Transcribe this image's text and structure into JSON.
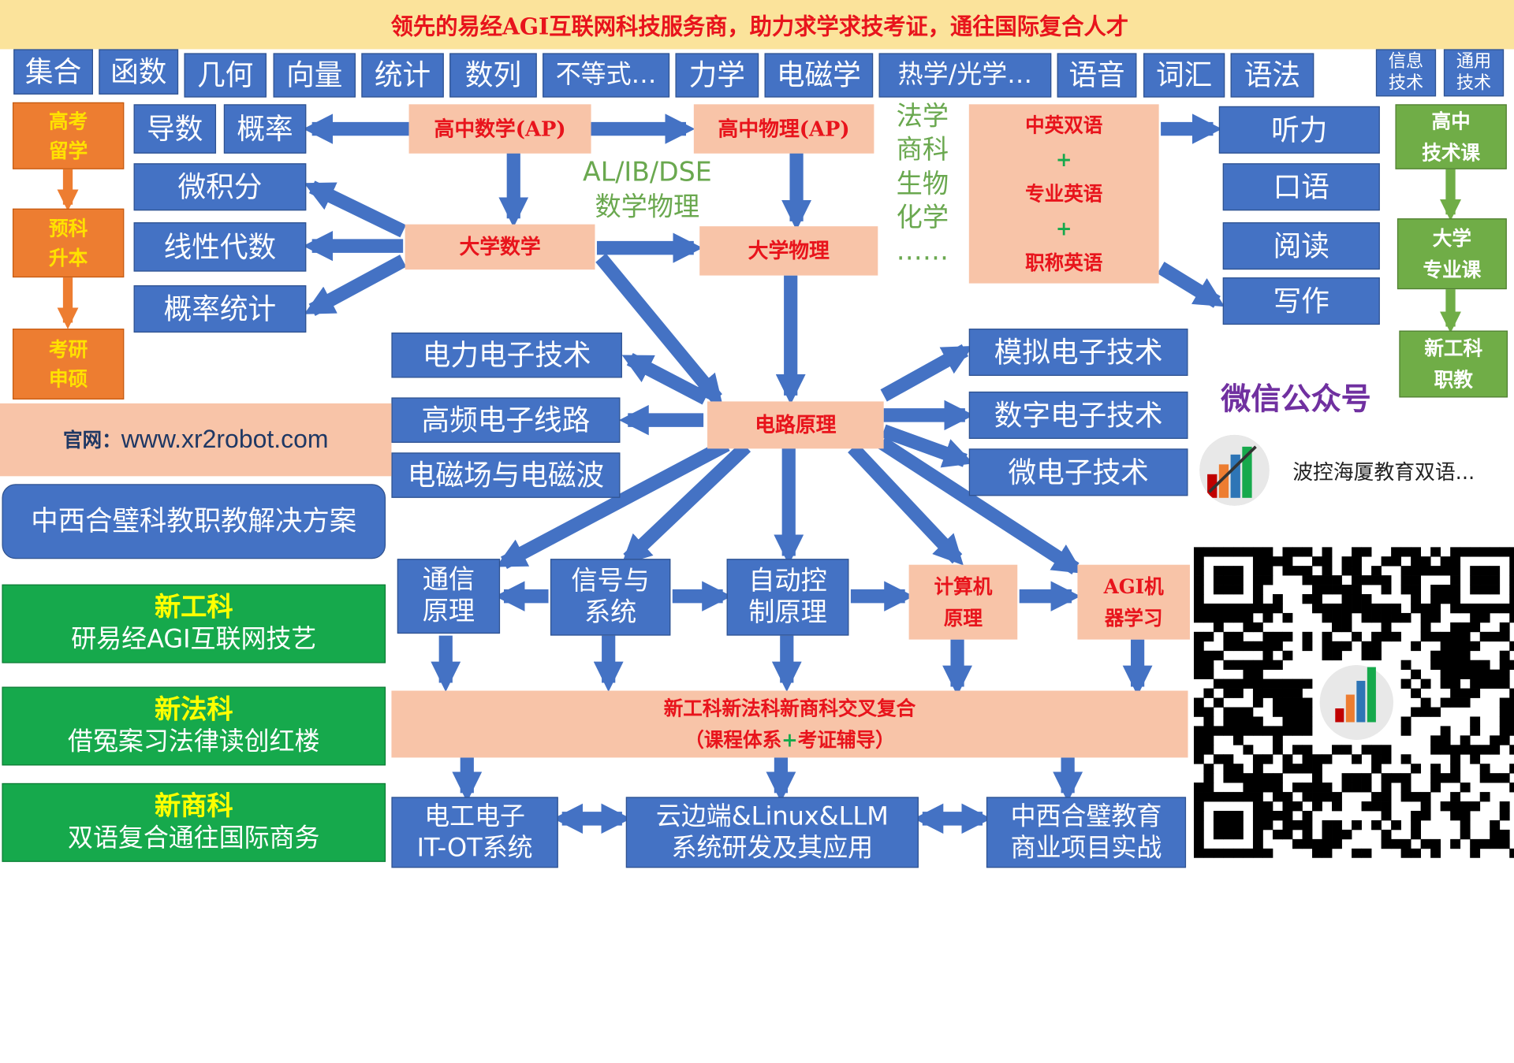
{
  "banner": "领先的易经AGI互联网科技服务商，助力求学求技考证，通往国际复合人才",
  "top_row": [
    "集合",
    "函数",
    "几何",
    "向量",
    "统计",
    "数列",
    "不等式…",
    "力学",
    "电磁学",
    "热学/光学…",
    "语音",
    "词汇",
    "语法"
  ],
  "top_right": [
    "信息\n技术",
    "通用\n技术"
  ],
  "orange_path": [
    "高考\n留学",
    "预科\n升本",
    "考研\n申硕"
  ],
  "math_topics": [
    "导数",
    "概率",
    "微积分",
    "线性代数",
    "概率统计"
  ],
  "hs_math": "高中数学(AP)",
  "hs_physics": "高中物理(AP)",
  "al_ib": "AL/IB/DSE\n数学物理",
  "subjects": "法学\n商科\n生物\n化学\n……",
  "english": {
    "line1": "中英双语",
    "plus": "+",
    "line2": "专业英语",
    "line3": "职称英语"
  },
  "skills": [
    "听力",
    "口语",
    "阅读",
    "写作"
  ],
  "green_path": [
    "高中\n技术课",
    "大学\n专业课",
    "新工科\n职教"
  ],
  "uni_math": "大学数学",
  "uni_physics": "大学物理",
  "circuit": "电路原理",
  "left_elec": [
    "电力电子技术",
    "高频电子线路",
    "电磁场与电磁波"
  ],
  "right_elec": [
    "模拟电子技术",
    "数字电子技术",
    "微电子技术"
  ],
  "website": {
    "label": "官网：",
    "url": "www.xr2robot.com"
  },
  "solution": "中西合璧科教职教解决方案",
  "wechat": {
    "title": "微信公众号",
    "account": "波控海厦教育双语..."
  },
  "mid_row": [
    "通信\n原理",
    "信号与\n系统",
    "自动控\n制原理"
  ],
  "computer": "计算机\n原理",
  "agi_ml": "AGI机\n器学习",
  "cross": {
    "line1": "新工科新法科新商科交叉复合",
    "line2_a": "（课程体系",
    "line2_plus": "+",
    "line2_b": "考证辅导）"
  },
  "bottom_row": [
    "电工电子\nIT-OT系统",
    "云边端&Linux&LLM\n系统研发及其应用",
    "中西合璧教育\n商业项目实战"
  ],
  "new_fields": [
    {
      "title": "新工科",
      "desc": "研易经AGI互联网技艺"
    },
    {
      "title": "新法科",
      "desc": "借冤案习法律读创红楼"
    },
    {
      "title": "新商科",
      "desc": "双语复合通往国际商务"
    }
  ],
  "colors": {
    "arrow": "#4472c4",
    "box_blue": "#4472c4",
    "salmon": "#f8c4a8",
    "red_text": "#e8141c",
    "banner_bg": "#fbe39b",
    "orange": "#ed7d31",
    "yellow": "#ffe100",
    "light_green": "#70ad47",
    "dark_green": "#16a94c",
    "purple": "#7030a0",
    "olive_green": "#6aa84f"
  }
}
